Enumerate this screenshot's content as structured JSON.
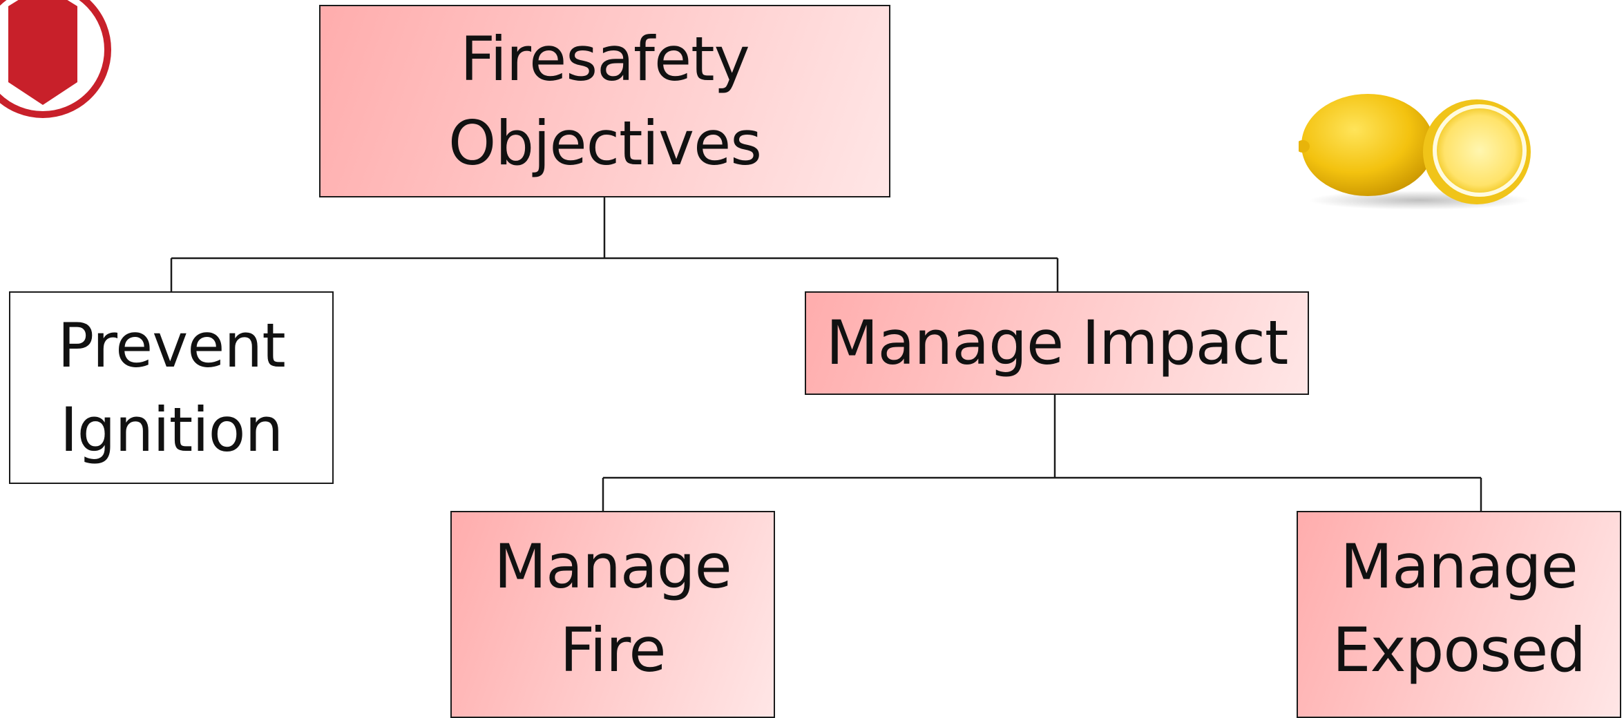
{
  "diagram": {
    "root": {
      "label": "Firesafety\nObjectives"
    },
    "prevent": {
      "label": "Prevent\nIgnition"
    },
    "impact": {
      "label": "Manage Impact"
    },
    "fire": {
      "label": "Manage\nFire"
    },
    "exposed": {
      "label": "Manage\nExposed"
    }
  },
  "colors": {
    "highlight_start": "#ffadad",
    "highlight_end": "#ffe6e6",
    "border": "#1a1a1a",
    "logo_red": "#c8202a",
    "lemon_yellow": "#f3c20f"
  },
  "icons": {
    "logo": "hexagon-logo-icon",
    "lemon": "lemon-image"
  }
}
